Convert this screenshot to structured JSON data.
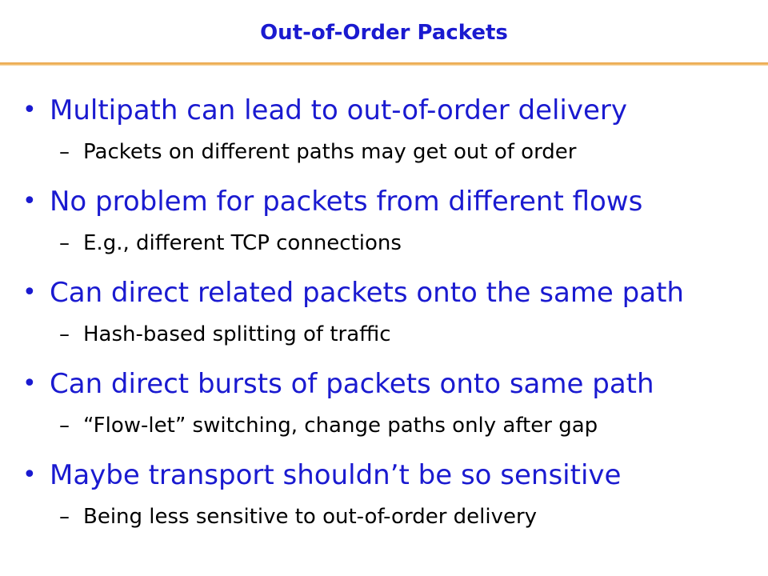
{
  "slide": {
    "title": "Out-of-Order Packets",
    "bullet_glyph": "•",
    "sub_glyph": "–",
    "colors": {
      "title": "#1a1ad0",
      "bullet_text": "#1a1ad0",
      "sub_text": "#000000",
      "rule": "#f0b45c"
    },
    "items": [
      {
        "text": "Multipath can lead to out-of-order delivery",
        "sub": "Packets on different paths may get out of order"
      },
      {
        "text": "No problem for packets from different flows",
        "sub": "E.g., different TCP connections"
      },
      {
        "text": "Can direct related packets onto the same path",
        "sub": "Hash-based splitting of traffic"
      },
      {
        "text": "Can direct bursts of packets onto same path",
        "sub": "“Flow-let” switching, change paths only after gap"
      },
      {
        "text": "Maybe transport shouldn’t be so sensitive",
        "sub": "Being less sensitive to out-of-order delivery"
      }
    ]
  }
}
